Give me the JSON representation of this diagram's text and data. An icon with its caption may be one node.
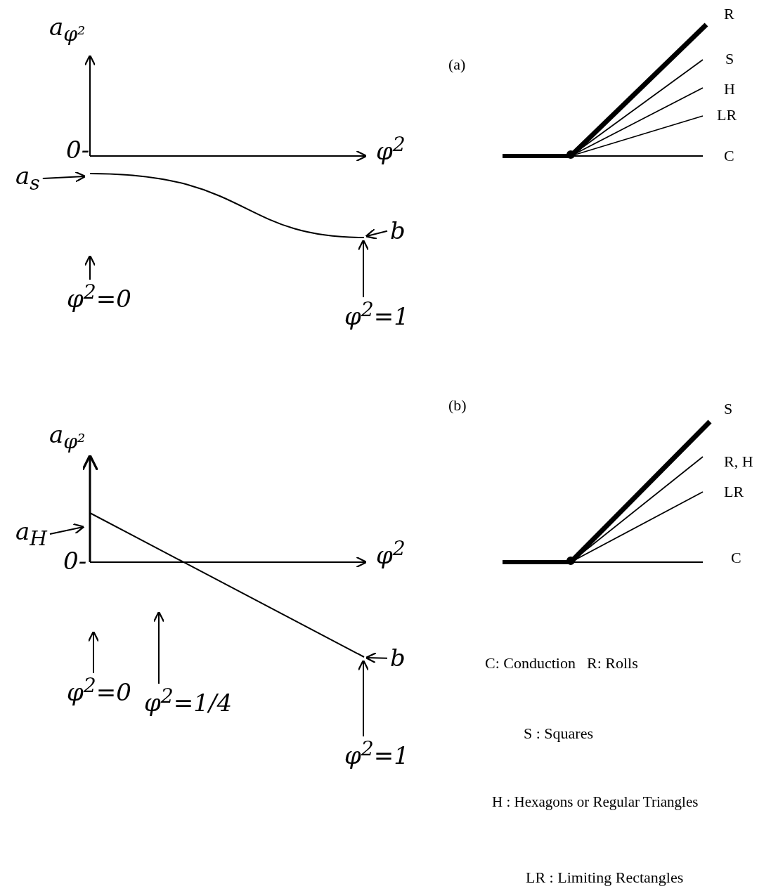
{
  "diagram": {
    "nodes": [
      {
        "text": [
          "a$_{s}$"
        ]
      },
      {
        "text": [
          "b"
        ]
      },
      {
        "text": [
          "φ$^{2}$=0"
        ]
      },
      {
        "text": [
          "φ$^{2}$=1"
        ]
      },
      {
        "text": [
          "a$_{H}$"
        ]
      },
      {
        "text": [
          "b"
        ]
      },
      {
        "text": [
          "φ$^{2}$=0"
        ]
      },
      {
        "text": [
          "φ$^{2}$=1/4"
        ]
      },
      {
        "text": [
          "φ$^{2}$=1"
        ]
      },
      {
        "text": [],
        "shape": "curve"
      },
      {
        "text": [],
        "shape": "line"
      }
    ],
    "edges": [
      {
        "from": 0,
        "to": 9,
        "arrow": "to"
      },
      {
        "from": 1,
        "to": 9,
        "arrow": "to"
      },
      {
        "from": 2,
        "to": 9,
        "arrow": "to"
      },
      {
        "from": 3,
        "to": 9,
        "arrow": "to"
      },
      {
        "from": 4,
        "to": 10,
        "arrow": "to"
      },
      {
        "from": 5,
        "to": 10,
        "arrow": "to"
      },
      {
        "from": 6,
        "to": 10,
        "arrow": "to"
      },
      {
        "from": 7,
        "to": 10,
        "arrow": "to"
      },
      {
        "from": 8,
        "to": 10,
        "arrow": "to"
      }
    ],
    "labels": [
      "a$_{φ²}$",
      "(a)",
      "R",
      "S",
      "H",
      "0-",
      "φ$^{2}$",
      "LR",
      "C",
      "(b)",
      "S",
      "a$_{φ²}$",
      "R, H",
      "LR",
      "0-",
      "φ$^{2}$",
      "C",
      "C: Conduction",
      "R: Rolls",
      "S : Squares",
      "H : Hexagons or Regular Triangles",
      "LR : Limiting Rectangles"
    ]
  }
}
